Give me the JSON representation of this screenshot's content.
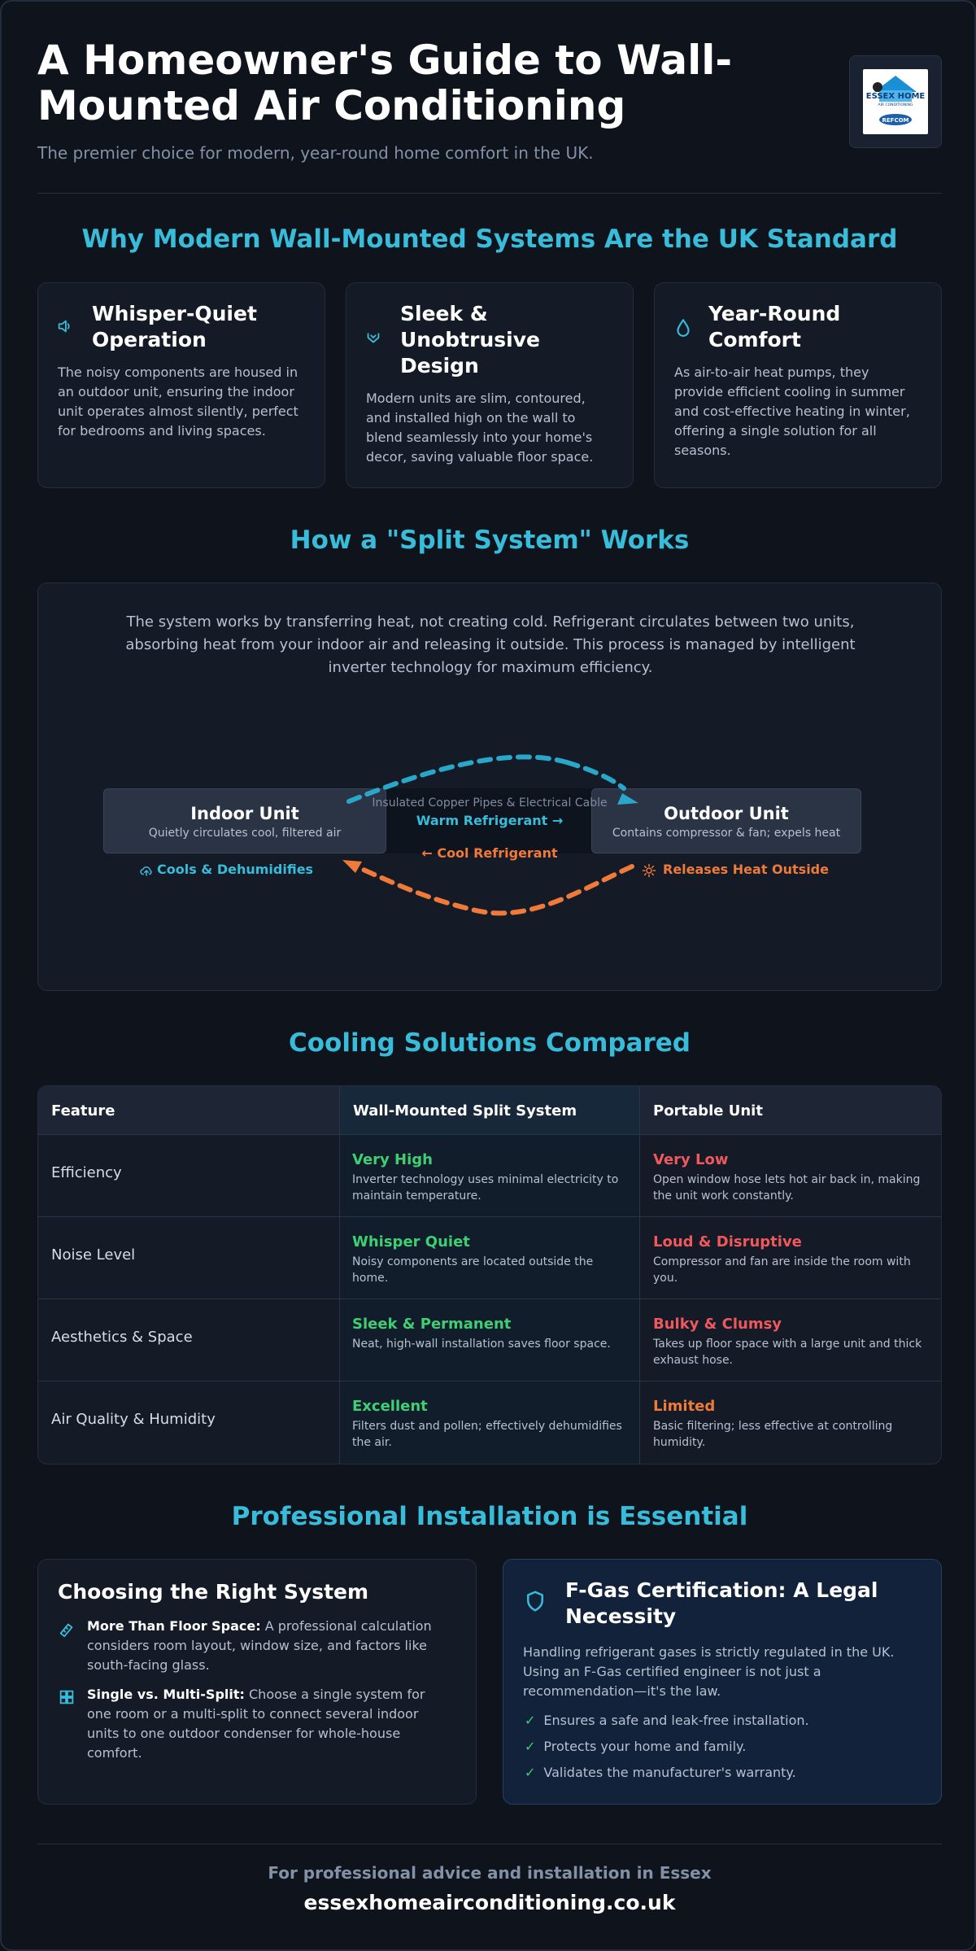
{
  "header": {
    "title": "A Homeowner's Guide to Wall-Mounted Air Conditioning",
    "subtitle": "The premier choice for modern, year-round home comfort in the UK.",
    "logo": {
      "line1": "ESSEX HOME",
      "line2": "AIR CONDITIONING",
      "line3": "REFCOM"
    }
  },
  "why": {
    "title": "Why Modern Wall-Mounted Systems Are the UK Standard",
    "cards": [
      {
        "icon": "speaker-icon",
        "title": "Whisper-Quiet Operation",
        "text": "The noisy components are housed in an outdoor unit, ensuring the indoor unit operates almost silently, perfect for bedrooms and living spaces."
      },
      {
        "icon": "design-icon",
        "title": "Sleek & Unobtrusive Design",
        "text": "Modern units are slim, contoured, and installed high on the wall to blend seamlessly into your home's decor, saving valuable floor space."
      },
      {
        "icon": "droplet-icon",
        "title": "Year-Round Comfort",
        "text": "As air-to-air heat pumps, they provide efficient cooling in summer and cost-effective heating in winter, offering a single solution for all seasons."
      }
    ]
  },
  "split": {
    "title": "How a \"Split System\" Works",
    "text": "The system works by transferring heat, not creating cold. Refrigerant circulates between two units, absorbing heat from your indoor air and releasing it outside. This process is managed by intelligent inverter technology for maximum efficiency.",
    "indoor": {
      "title": "Indoor Unit",
      "sub": "Quietly circulates cool, filtered air"
    },
    "outdoor": {
      "title": "Outdoor Unit",
      "sub": "Contains compressor & fan; expels heat"
    },
    "cable": "Insulated Copper Pipes & Electrical Cable",
    "warm": "Warm Refrigerant →",
    "cool": "← Cool Refrigerant",
    "cools_label": "Cools & Dehumidifies",
    "releases_label": "Releases Heat Outside",
    "colors": {
      "warm": "#2aa6c8",
      "cool": "#f07a3a"
    }
  },
  "compare": {
    "title": "Cooling Solutions Compared",
    "headers": [
      "Feature",
      "Wall-Mounted Split System",
      "Portable Unit"
    ],
    "rows": [
      {
        "feature": "Efficiency",
        "wall_value": "Very High",
        "wall_desc": "Inverter technology uses minimal electricity to maintain temperature.",
        "port_value": "Very Low",
        "port_desc": "Open window hose lets hot air back in, making the unit work constantly."
      },
      {
        "feature": "Noise Level",
        "wall_value": "Whisper Quiet",
        "wall_desc": "Noisy components are located outside the home.",
        "port_value": "Loud & Disruptive",
        "port_desc": "Compressor and fan are inside the room with you."
      },
      {
        "feature": "Aesthetics & Space",
        "wall_value": "Sleek & Permanent",
        "wall_desc": "Neat, high-wall installation saves floor space.",
        "port_value": "Bulky & Clumsy",
        "port_desc": "Takes up floor space with a large unit and thick exhaust hose."
      },
      {
        "feature": "Air Quality & Humidity",
        "wall_value": "Excellent",
        "wall_desc": "Filters dust and pollen; effectively dehumidifies the air.",
        "port_value": "Limited",
        "port_desc": "Basic filtering; less effective at controlling humidity."
      }
    ]
  },
  "install": {
    "title": "Professional Installation is Essential",
    "left": {
      "title": "Choosing the Right System",
      "items": [
        {
          "bold": "More Than Floor Space:",
          "text": " A professional calculation considers room layout, window size, and factors like south-facing glass."
        },
        {
          "bold": "Single vs. Multi-Split:",
          "text": " Choose a single system for one room or a multi-split to connect several indoor units to one outdoor condenser for whole-house comfort."
        }
      ]
    },
    "right": {
      "title": "F-Gas Certification: A Legal Necessity",
      "text": "Handling refrigerant gases is strictly regulated in the UK. Using an F-Gas certified engineer is not just a recommendation—it's the law.",
      "checks": [
        "Ensures a safe and leak-free installation.",
        "Protects your home and family.",
        "Validates the manufacturer's warranty."
      ]
    }
  },
  "footer": {
    "line1": "For professional advice and installation in Essex",
    "line2": "essexhomeairconditioning.co.uk"
  }
}
